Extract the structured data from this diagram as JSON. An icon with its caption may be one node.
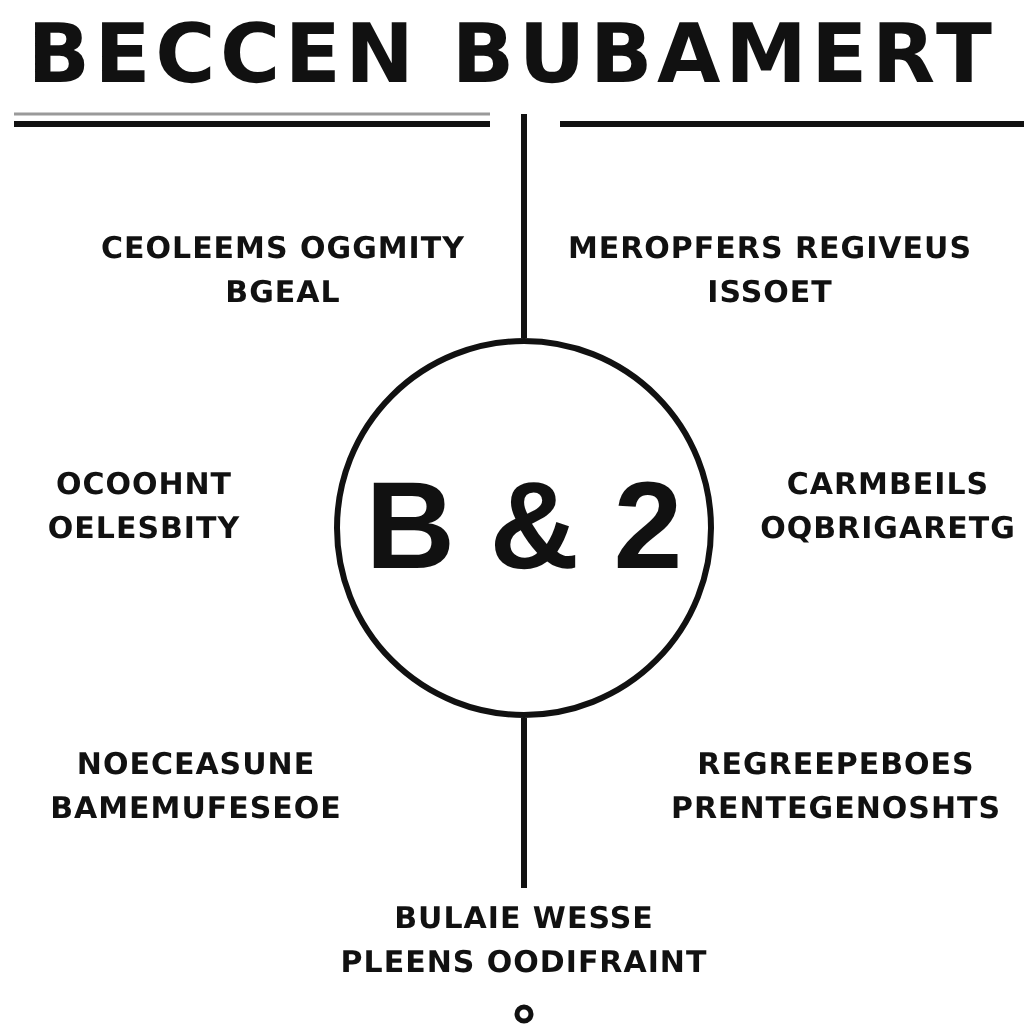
{
  "diagram": {
    "title": "BECCEN BUBAMERT",
    "nodes": [
      {
        "text": [
          "B & 2"
        ]
      },
      {
        "text": [
          "BULAIE WESSE PLEENS OODIFRAINT"
        ]
      }
    ],
    "edges": [
      {
        "from": null,
        "to": 0,
        "arrow": "none"
      },
      {
        "from": 0,
        "to": 1,
        "arrow": "none"
      }
    ],
    "labels": [
      "CEOLEEMS OGGMITY BGEAL",
      "MEROPFERS REGIVEUS ISSOET",
      "OCOOHNT OELESBITY",
      "CARMBEILS OQBRIGARETG",
      "NOECEASUNE BAMEMUFESEOE",
      "REGREEPEBOES PRENTEGENOSHTS"
    ]
  }
}
